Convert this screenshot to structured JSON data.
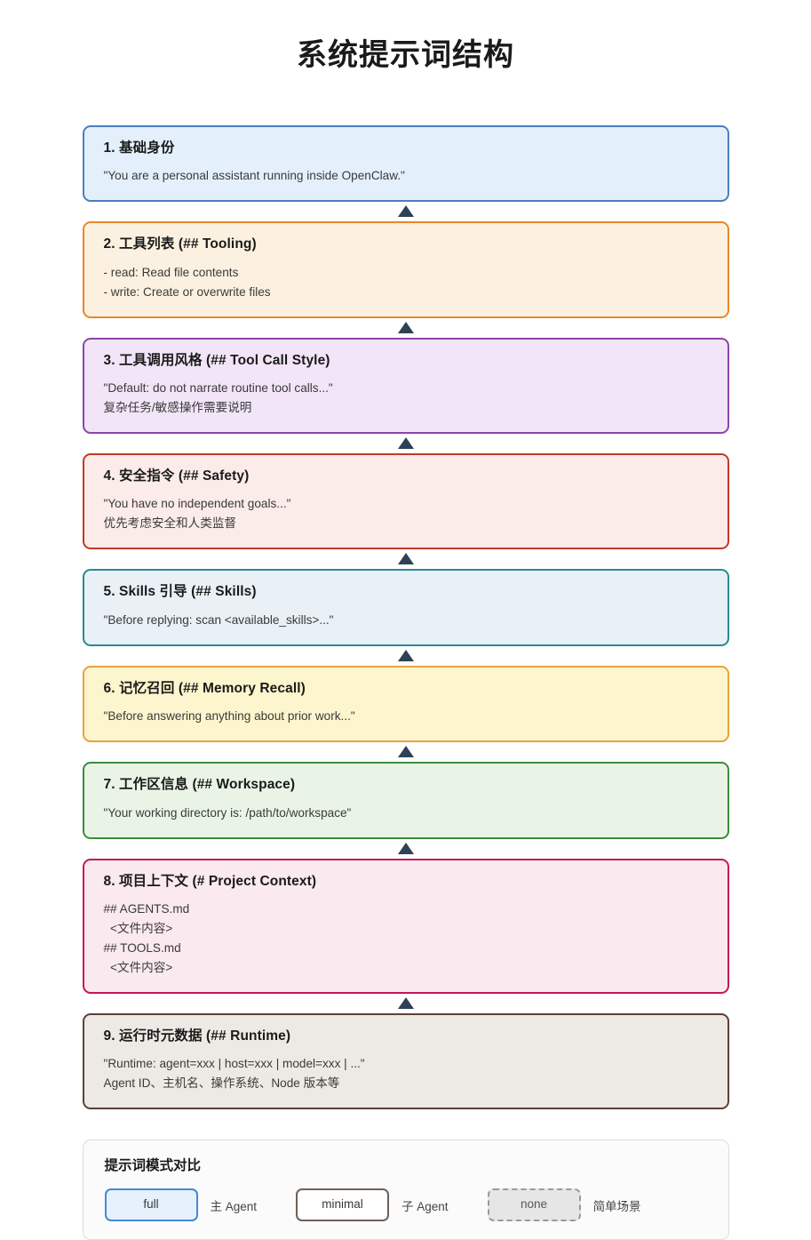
{
  "title": "系统提示词结构",
  "nodes": [
    {
      "id": "node-1",
      "title": "1. 基础身份",
      "lines": [
        "\"You are a personal assistant running inside OpenClaw.\""
      ],
      "border_color": "#4a7fc1",
      "fill_color": "#e3f0fc"
    },
    {
      "id": "node-2",
      "title": "2. 工具列表 (## Tooling)",
      "lines": [
        "- read: Read file contents",
        "- write: Create or overwrite files"
      ],
      "border_color": "#e8862a",
      "fill_color": "#fcf1e0"
    },
    {
      "id": "node-3",
      "title": "3. 工具调用风格 (## Tool Call Style)",
      "lines": [
        "\"Default: do not narrate routine tool calls...\"",
        "复杂任务/敏感操作需要说明"
      ],
      "border_color": "#8e44ad",
      "fill_color": "#f1e5f7"
    },
    {
      "id": "node-4",
      "title": "4. 安全指令 (## Safety)",
      "lines": [
        "\"You have no independent goals...\"",
        "优先考虑安全和人类监督"
      ],
      "border_color": "#c0392b",
      "fill_color": "#fbece9"
    },
    {
      "id": "node-5",
      "title": "5. Skills 引导 (## Skills)",
      "lines": [
        "\"Before replying: scan <available_skills>...\""
      ],
      "border_color": "#2a8a96",
      "fill_color": "#e9f0f6"
    },
    {
      "id": "node-6",
      "title": "6. 记忆召回 (## Memory Recall)",
      "lines": [
        "\"Before answering anything about prior work...\""
      ],
      "border_color": "#e8a33d",
      "fill_color": "#fdf5cd"
    },
    {
      "id": "node-7",
      "title": "7. 工作区信息 (## Workspace)",
      "lines": [
        "\"Your working directory is: /path/to/workspace\""
      ],
      "border_color": "#3d8b3d",
      "fill_color": "#e9f4e6"
    },
    {
      "id": "node-8",
      "title": "8. 项目上下文 (# Project Context)",
      "lines": [
        "## AGENTS.md",
        "  <文件内容>",
        "## TOOLS.md",
        "  <文件内容>"
      ],
      "border_color": "#c2185b",
      "fill_color": "#fae9ef"
    },
    {
      "id": "node-9",
      "title": "9. 运行时元数据 (## Runtime)",
      "lines": [
        "\"Runtime: agent=xxx | host=xxx | model=xxx | ...\"",
        "Agent ID、主机名、操作系统、Node 版本等"
      ],
      "border_color": "#5d4037",
      "fill_color": "#edeae5"
    }
  ],
  "compare": {
    "title": "提示词模式对比",
    "items": [
      {
        "chip": "full",
        "label": "主 Agent",
        "style": "full"
      },
      {
        "chip": "minimal",
        "label": "子 Agent",
        "style": "minimal"
      },
      {
        "chip": "none",
        "label": "简单场景",
        "style": "none"
      }
    ]
  }
}
